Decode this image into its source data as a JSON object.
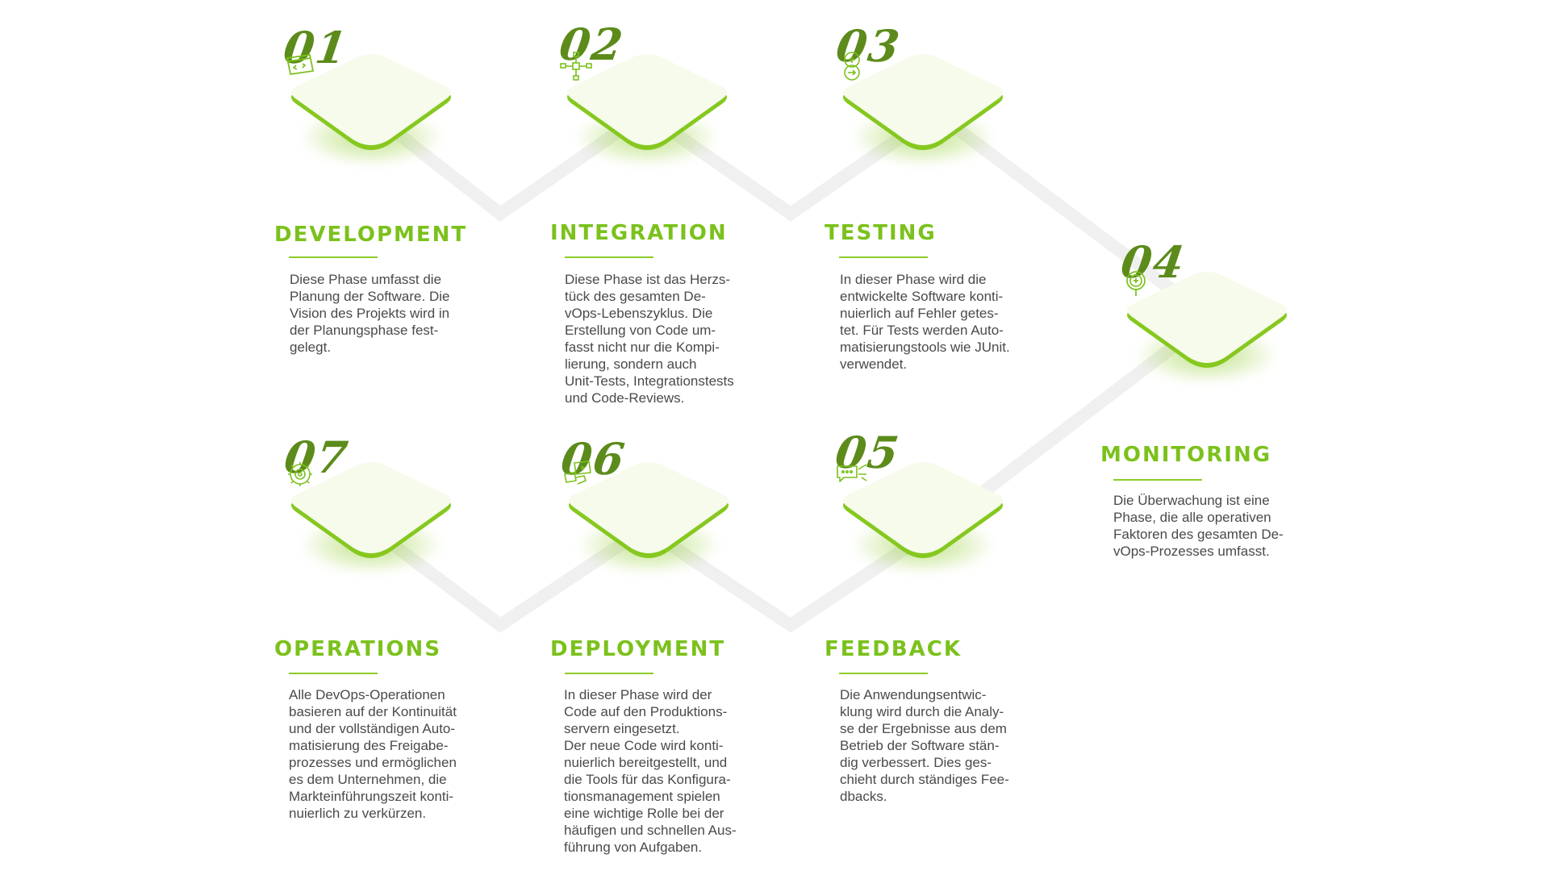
{
  "colors": {
    "accent": "#7bc11c",
    "number": "#5c8b1b",
    "tile": "#f6fbec",
    "tile_edge": "#86c81f",
    "connector": "#f0f0f0",
    "text": "#4a4a4a"
  },
  "phases": [
    {
      "num": "01",
      "title": "DEVELOPMENT",
      "icon": "code-window-icon",
      "text": "Diese Phase umfasst die\nPlanung der Software. Die\nVision des Projekts wird in\nder Planungsphase fest-\ngelegt."
    },
    {
      "num": "02",
      "title": "INTEGRATION",
      "icon": "network-nodes-icon",
      "text": "Diese Phase ist das Herzs-\ntück des gesamten De-\nvOps-Lebenszyklus.   Die\nErstellung von Code um-\nfasst nicht nur die Kompi-\nlierung, sondern auch\nUnit-Tests, Integrationstests\nund Code-Reviews."
    },
    {
      "num": "03",
      "title": "TESTING",
      "icon": "test-check-icon",
      "text": "In dieser Phase wird die\nentwickelte Software konti-\nnuierlich auf Fehler getes-\ntet. Für Tests werden Auto-\nmatisierungstools wie JUnit.\nverwendet."
    },
    {
      "num": "04",
      "title": "MONITORING",
      "icon": "magnifier-icon",
      "text": "Die Überwachung ist eine\nPhase, die alle operativen\nFaktoren des gesamten De-\nvOps-Prozesses umfasst."
    },
    {
      "num": "05",
      "title": "FEEDBACK",
      "icon": "chat-feedback-icon",
      "text": "Die Anwendungsentwic-\nklung wird durch die Analy-\nse der Ergebnisse aus dem\nBetrieb der Software stän-\ndig verbessert. Dies ges-\nchieht durch ständiges Fee-\ndbacks."
    },
    {
      "num": "06",
      "title": "DEPLOYMENT",
      "icon": "deploy-hand-icon",
      "text": "In dieser Phase wird der\nCode auf den Produktions-\nservern eingesetzt.\nDer neue Code wird konti-\nnuierlich bereitgestellt, und\ndie Tools für das Konfigura-\ntionsmanagement spielen\neine wichtige Rolle bei der\nhäufigen und schnellen Aus-\nführung von Aufgaben."
    },
    {
      "num": "07",
      "title": "OPERATIONS",
      "icon": "gear-cycle-icon",
      "text": "Alle DevOps-Operationen\nbasieren auf der Kontinuität\nund der vollständigen Auto-\nmatisierung des Freigabe-\nprozesses und ermöglichen\nes dem Unternehmen, die\nMarkteinführungszeit konti-\nnuierlich zu verkürzen."
    }
  ]
}
